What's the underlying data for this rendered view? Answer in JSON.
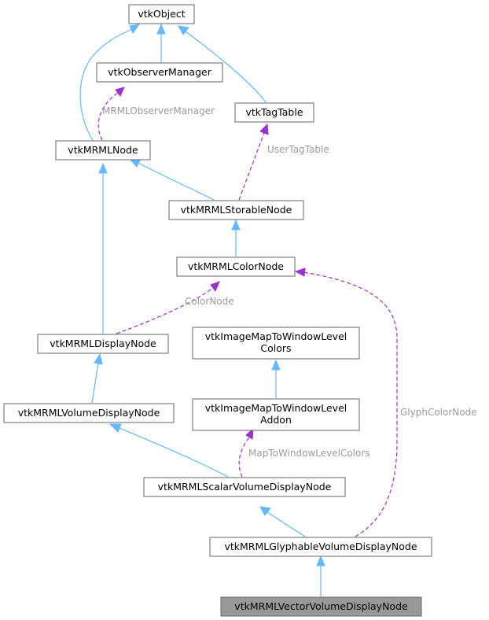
{
  "nodes": {
    "vtkObject": "vtkObject",
    "vtkObserverManager": "vtkObserverManager",
    "vtkTagTable": "vtkTagTable",
    "vtkMRMLNode": "vtkMRMLNode",
    "vtkMRMLStorableNode": "vtkMRMLStorableNode",
    "vtkMRMLColorNode": "vtkMRMLColorNode",
    "vtkImageMapToWindowLevelColors": [
      "vtkImageMapToWindowLevel",
      "Colors"
    ],
    "vtkMRMLDisplayNode": "vtkMRMLDisplayNode",
    "vtkImageMapToWindowLevelAddon": [
      "vtkImageMapToWindowLevel",
      "Addon"
    ],
    "vtkMRMLVolumeDisplayNode": "vtkMRMLVolumeDisplayNode",
    "vtkMRMLScalarVolumeDisplayNode": "vtkMRMLScalarVolumeDisplayNode",
    "vtkMRMLGlyphableVolumeDisplayNode": "vtkMRMLGlyphableVolumeDisplayNode",
    "vtkMRMLVectorVolumeDisplayNode": "vtkMRMLVectorVolumeDisplayNode"
  },
  "edge_labels": {
    "mrml_observer_manager": "MRMLObserverManager",
    "user_tag_table": "UserTagTable",
    "color_node": "ColorNode",
    "glyph_color_node": "GlyphColorNode",
    "map_to_window_level_colors": "MapToWindowLevelColors"
  },
  "colors": {
    "inheritance": "#63b8ff",
    "usage": "#9a32cd",
    "label": "#9a9a9a",
    "current_fill": "#999999"
  }
}
